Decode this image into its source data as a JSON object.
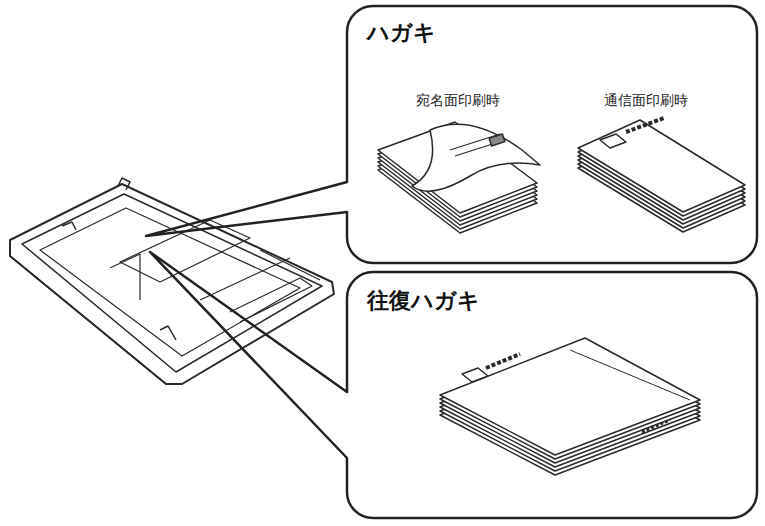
{
  "diagram": {
    "nodes": [
      {
        "text": [
          "ハガキ"
        ]
      },
      {
        "text": [
          "往復ハガキ"
        ]
      }
    ],
    "labels": [
      "宛名面印刷時",
      "通信面印刷時"
    ]
  }
}
